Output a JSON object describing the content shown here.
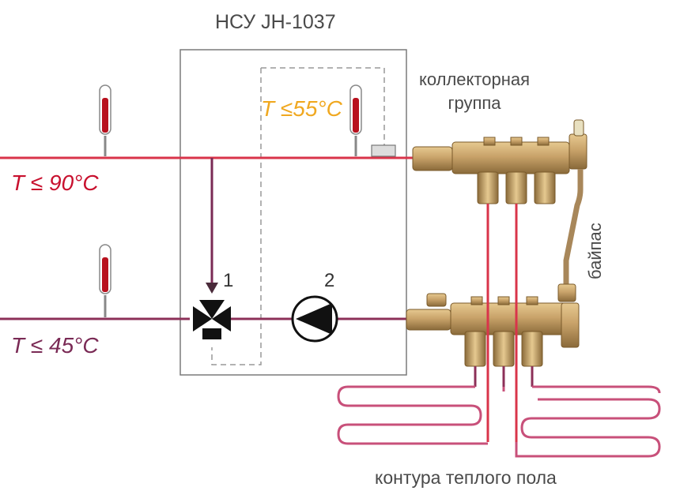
{
  "title": "НСУ JH-1037",
  "manifold_label": [
    "коллекторная",
    "группа"
  ],
  "supply_temp_label": "T ≤ 90°C",
  "return_temp_label": "T ≤ 45°C",
  "mix_limit_label": "T ≤55°C",
  "valve_number": "1",
  "pump_number": "2",
  "bypass_label": "байпас",
  "floor_loops_label": "контура теплого пола",
  "colors": {
    "supply_pipe": "#d9344a",
    "return_pipe": "#8c3058",
    "brass": "#c9a36a",
    "outline": "#6a6a6a",
    "dashed": "#999999",
    "accent_orange": "#f0a820"
  }
}
